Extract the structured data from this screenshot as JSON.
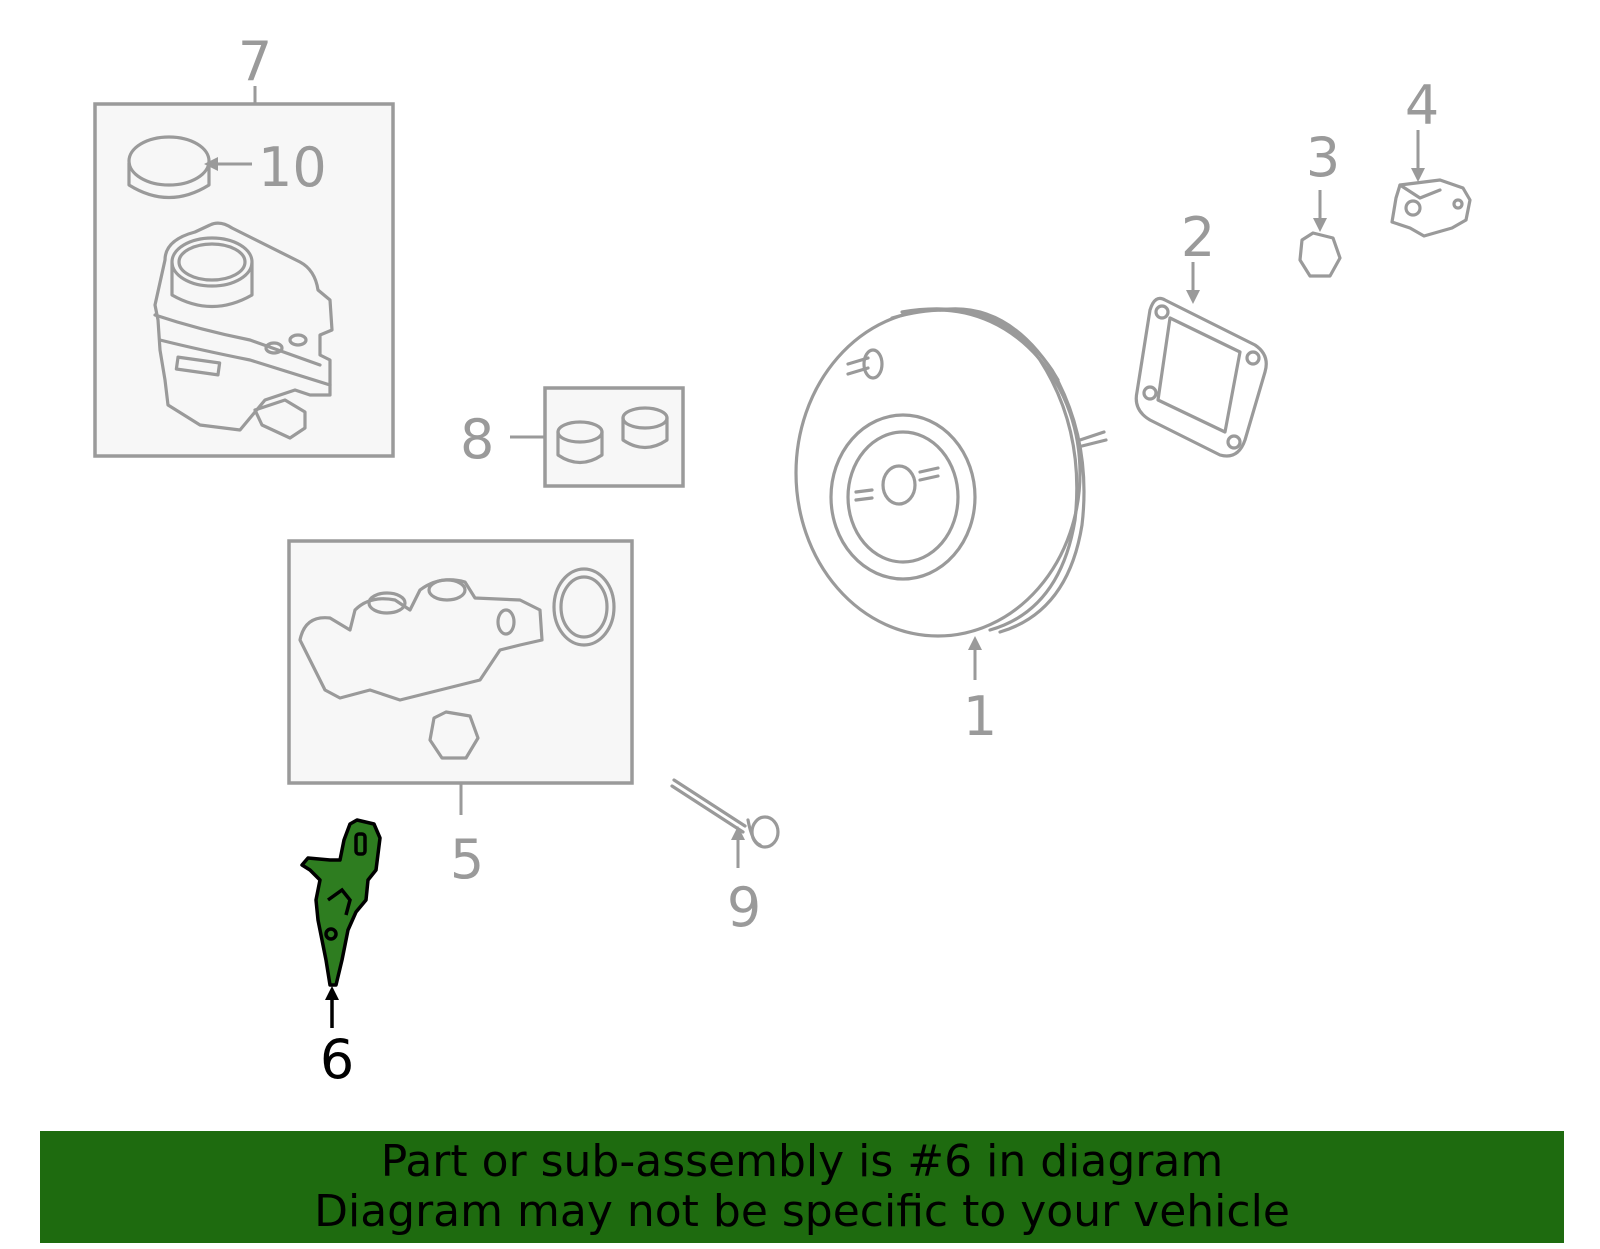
{
  "callouts": {
    "c1": "1",
    "c2": "2",
    "c3": "3",
    "c4": "4",
    "c5": "5",
    "c6": "6",
    "c7": "7",
    "c8": "8",
    "c9": "9",
    "c10": "10"
  },
  "highlighted_part": "6",
  "banner": {
    "line1": "Part or sub-assembly is #6 in diagram",
    "line2": "Diagram may not be specific to your vehicle"
  },
  "colors": {
    "banner_bg": "#1e6b0f",
    "highlight_fill": "#2e7d20",
    "line_gray": "#9a9a9a"
  }
}
